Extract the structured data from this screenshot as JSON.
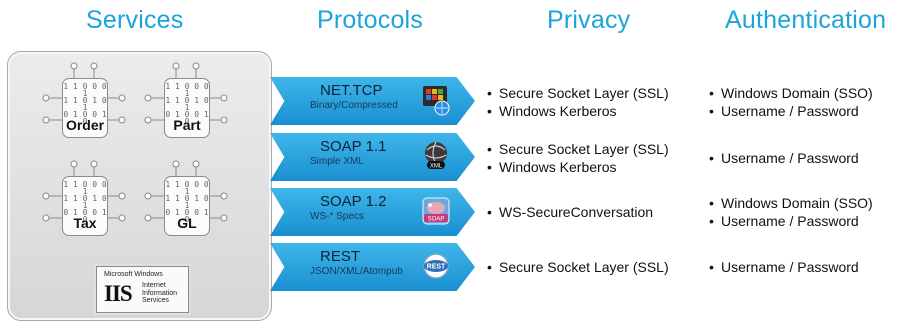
{
  "headers": {
    "services": "Services",
    "protocols": "Protocols",
    "privacy": "Privacy",
    "authentication": "Authentication"
  },
  "services": {
    "bits": [
      "1 1 0 0 0 1",
      "1 1 0 1 0 1",
      "0 1 0 0 1 0"
    ],
    "chips": [
      "Order",
      "Part",
      "Tax",
      "GL"
    ],
    "iis": {
      "brand_small": "Microsoft Windows",
      "logo": "IIS",
      "subtitle": [
        "Internet",
        "Information",
        "Services"
      ]
    }
  },
  "rows": [
    {
      "protocol": "NET.TCP",
      "detail": "Binary/Compressed",
      "icon": "network-app-icon",
      "privacy": [
        "Secure Socket Layer (SSL)",
        "Windows Kerberos"
      ],
      "authentication": [
        "Windows Domain (SSO)",
        "Username / Password"
      ]
    },
    {
      "protocol": "SOAP 1.1",
      "detail": "Simple XML",
      "icon": "xml-globe-icon",
      "icon_label": "XML",
      "privacy": [
        "Secure Socket Layer (SSL)",
        "Windows Kerberos"
      ],
      "authentication": [
        "Username / Password"
      ]
    },
    {
      "protocol": "SOAP 1.2",
      "detail": "WS-* Specs",
      "icon": "soap-icon",
      "icon_label": "SOAP",
      "privacy": [
        "WS-SecureConversation"
      ],
      "authentication": [
        "Windows Domain (SSO)",
        "Username / Password"
      ]
    },
    {
      "protocol": "REST",
      "detail": "JSON/XML/Atompub",
      "icon": "rest-icon",
      "icon_label": "REST",
      "privacy": [
        "Secure Socket Layer (SSL)"
      ],
      "authentication": [
        "Username / Password"
      ]
    }
  ],
  "colors": {
    "header": "#1aa4dc",
    "arrow_top": "#3fb6ea",
    "arrow_bottom": "#1a8fd0"
  }
}
